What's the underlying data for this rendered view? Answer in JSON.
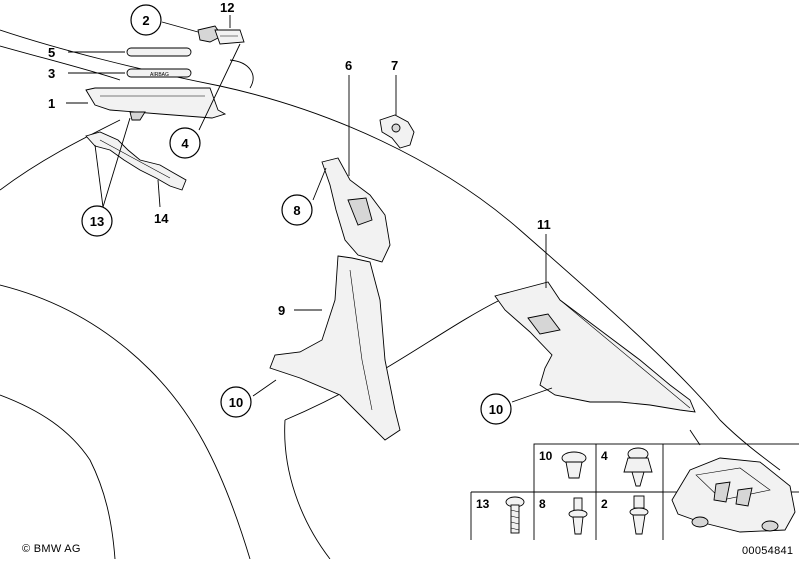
{
  "callouts": {
    "c1": "1",
    "c2": "2",
    "c3": "3",
    "c4": "4",
    "c5": "5",
    "c6": "6",
    "c7": "7",
    "c8": "8",
    "c9": "9",
    "c10a": "10",
    "c10b": "10",
    "c11": "11",
    "c12": "12",
    "c13": "13",
    "c14": "14"
  },
  "fastener_table": {
    "labels": [
      "10",
      "4",
      "13",
      "8",
      "2"
    ]
  },
  "part_text": {
    "airbag": "AIRBAG"
  },
  "footer": {
    "copyright": "© BMW AG",
    "diagram_number": "00054841"
  }
}
